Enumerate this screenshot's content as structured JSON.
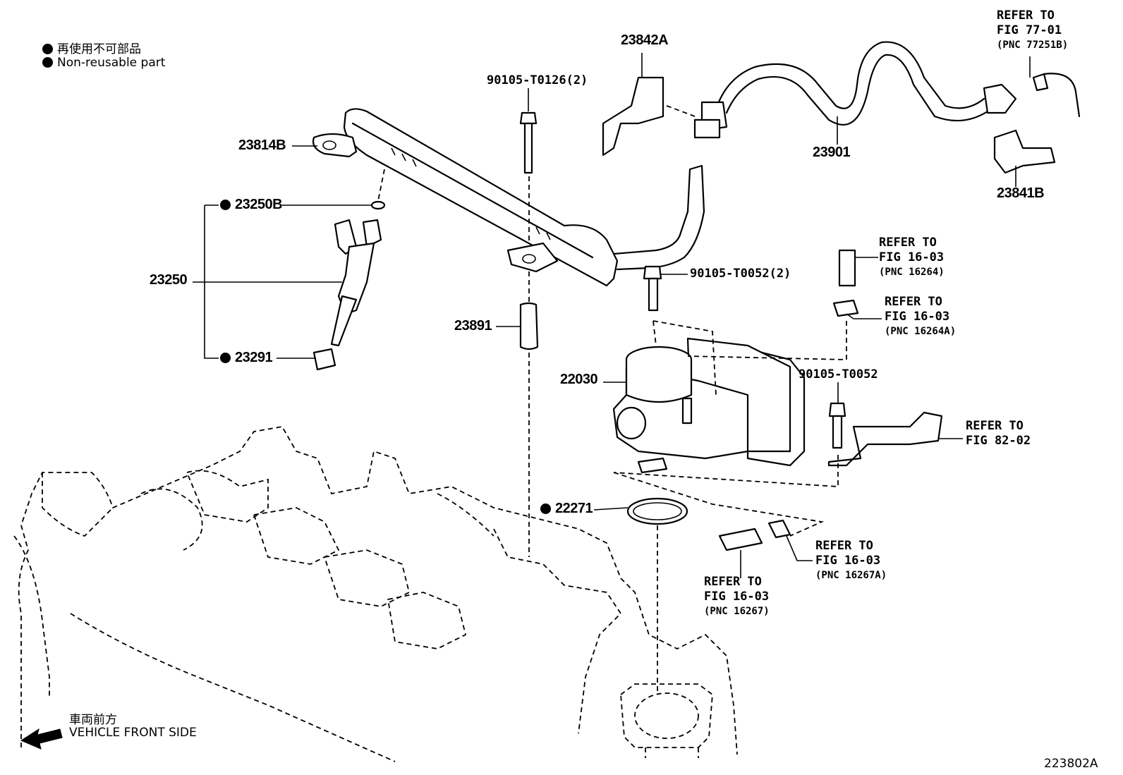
{
  "legend": {
    "item_jp": "再使用不可部品",
    "item_en": "Non-reusable part"
  },
  "parts": {
    "p23842A": "23842A",
    "p23814B": "23814B",
    "p23250B": "23250B",
    "p23250": "23250",
    "p23291": "23291",
    "p23891": "23891",
    "p22030": "22030",
    "p22271": "22271",
    "p23901": "23901",
    "p23841B": "23841B",
    "bolt_rail": "90105-T0126(2)",
    "bolt_throttle": "90105-T0052(2)",
    "bolt_bracket": "90105-T0052"
  },
  "refs": {
    "fig77": {
      "line1": "REFER TO",
      "line2": "FIG 77-01",
      "line3": "(PNC 77251B)"
    },
    "fig16_a": {
      "line1": "REFER TO",
      "line2": "FIG 16-03",
      "line3": "(PNC 16264)"
    },
    "fig16_b": {
      "line1": "REFER TO",
      "line2": "FIG 16-03",
      "line3": "(PNC 16264A)"
    },
    "fig82": {
      "line1": "REFER TO",
      "line2": "FIG 82-02"
    },
    "fig16_c": {
      "line1": "REFER TO",
      "line2": "FIG 16-03",
      "line3": "(PNC 16267A)"
    },
    "fig16_d": {
      "line1": "REFER TO",
      "line2": "FIG 16-03",
      "line3": "(PNC 16267)"
    }
  },
  "direction": {
    "jp": "車両前方",
    "en": "VEHICLE FRONT SIDE"
  },
  "figure_id": "223802A"
}
